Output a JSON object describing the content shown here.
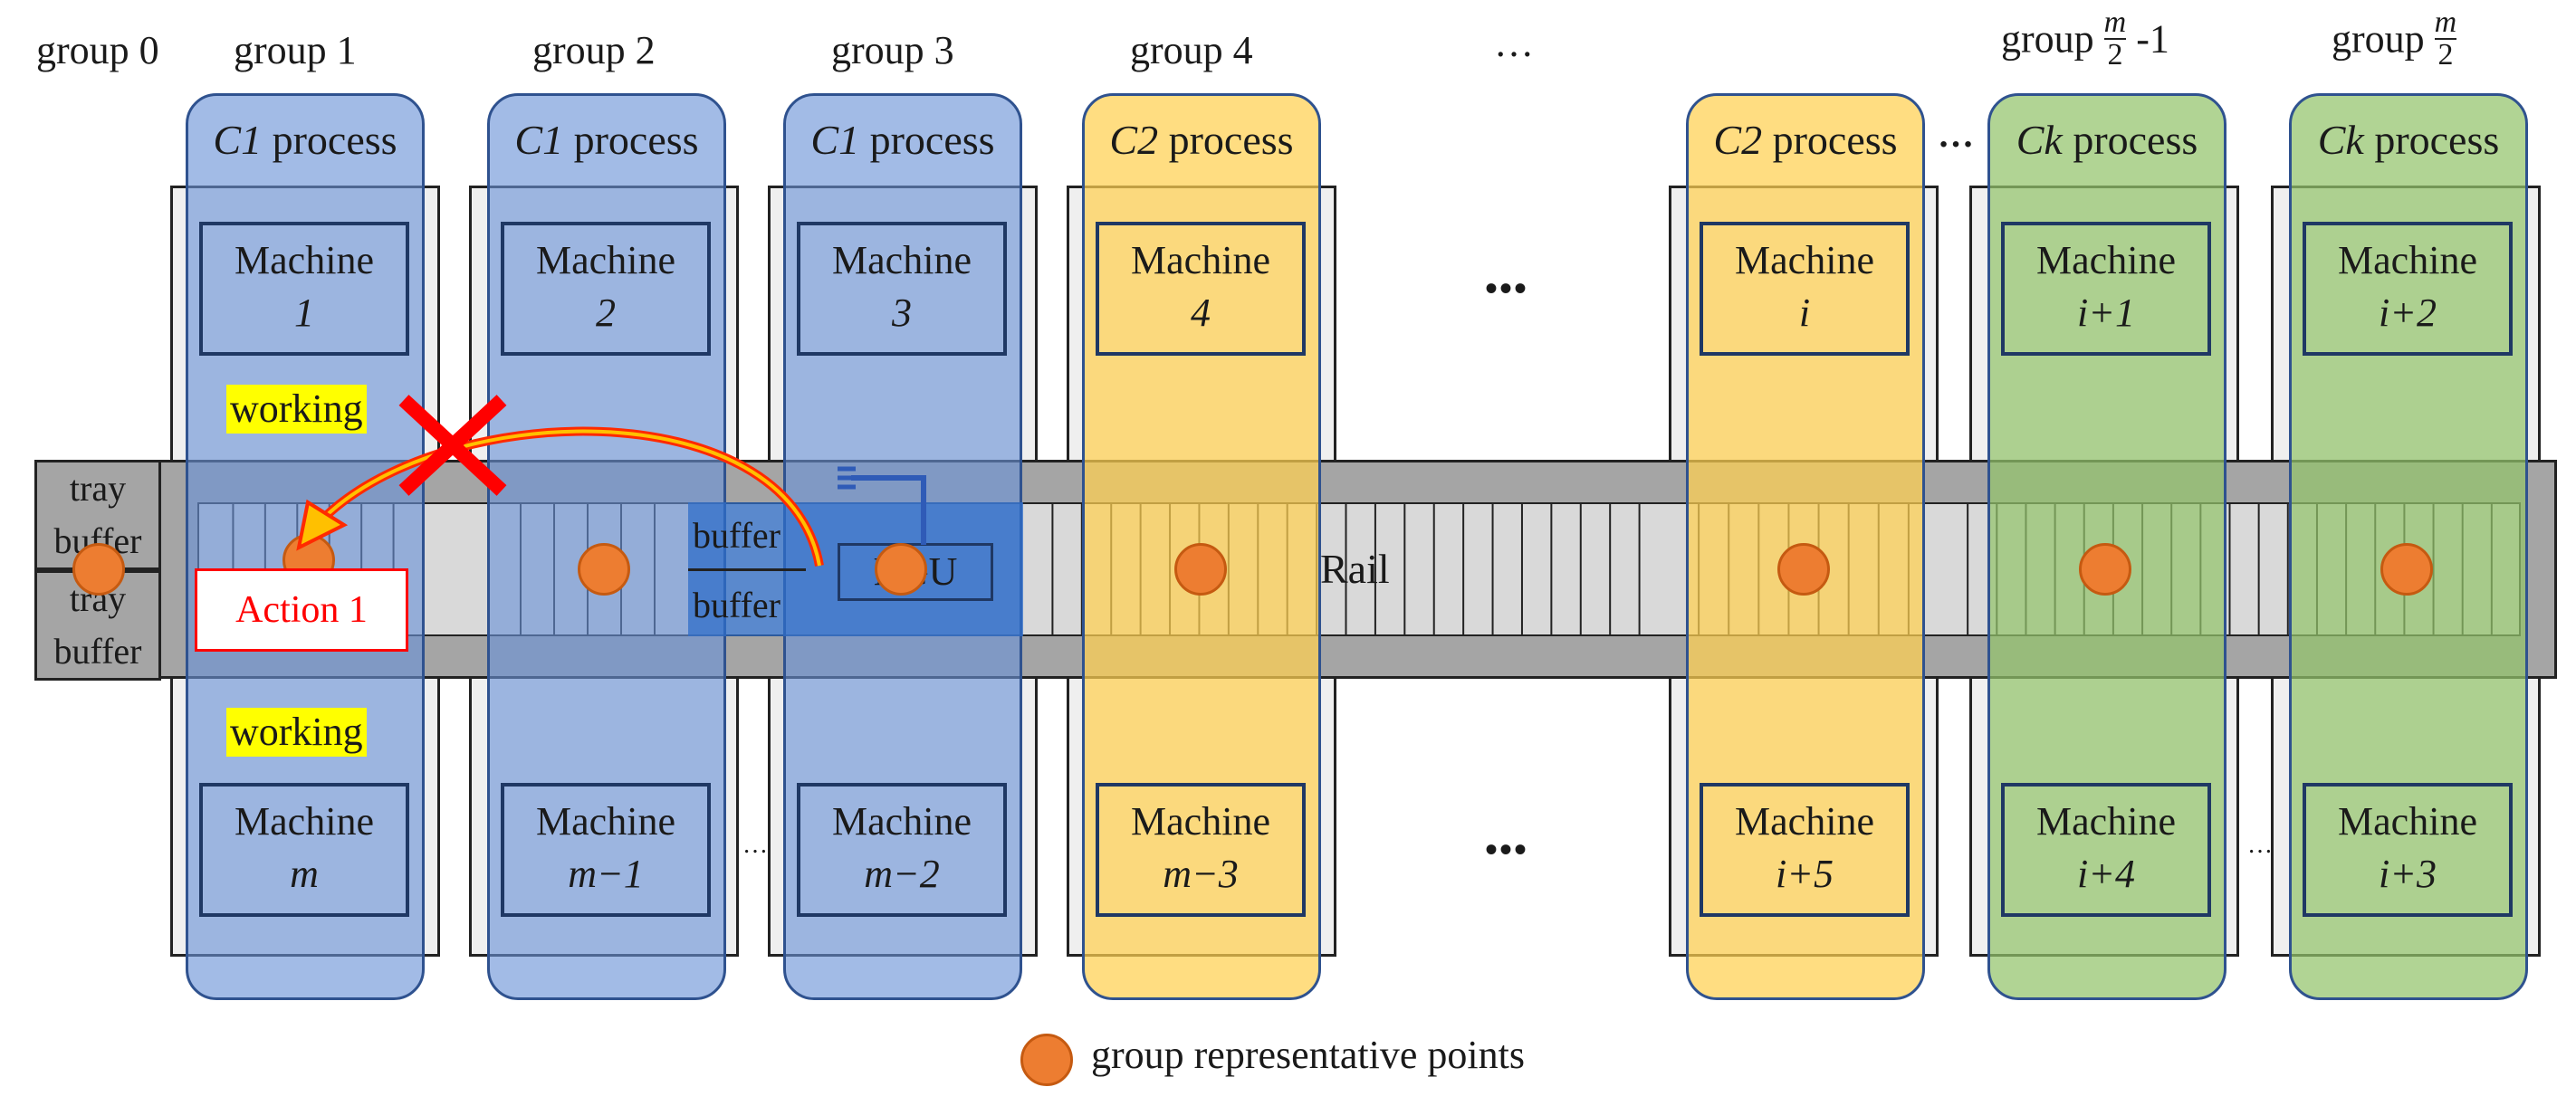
{
  "groups": {
    "g0": "group 0",
    "g1": "group 1",
    "g2": "group 2",
    "g3": "group 3",
    "g4": "group 4",
    "gdots": "…",
    "gm1_prefix": "group",
    "gm1_frac_num": "m",
    "gm1_frac_den": "2",
    "gm1_suffix": "-1",
    "gm_prefix": "group",
    "gm_frac_num": "m",
    "gm_frac_den": "2"
  },
  "processes": {
    "p1": {
      "cls": "C1",
      "word": "process"
    },
    "p2": {
      "cls": "C1",
      "word": "process"
    },
    "p3": {
      "cls": "C1",
      "word": "process"
    },
    "p4": {
      "cls": "C2",
      "word": "process"
    },
    "p5": {
      "cls": "C2",
      "word": "process"
    },
    "p6": {
      "cls": "Ck",
      "word": "process"
    },
    "p7": {
      "cls": "Ck",
      "word": "process"
    }
  },
  "between_dots": "…",
  "top_machines": {
    "label": "Machine",
    "m1": "1",
    "m2": "2",
    "m3": "3",
    "m4": "4",
    "m5": "i",
    "m6": "i+1",
    "m7": "i+2"
  },
  "bottom_machines": {
    "label": "Machine",
    "m1": "m",
    "m2": "m−1",
    "m3": "m−2",
    "m4": "m−3",
    "m5": "i+5",
    "m6": "i+4",
    "m7": "i+3"
  },
  "working_top": "working",
  "working_bottom": "working",
  "tray_top_1": "tray",
  "tray_top_2": "buffer",
  "tray_bot_1": "tray",
  "tray_bot_2": "buffer",
  "buffer_top": "buffer",
  "buffer_bottom": "buffer",
  "rgu": "RGU",
  "rail": "Rail",
  "action": "Action 1",
  "mid_dots": "•••",
  "small_dots": "…",
  "legend": "group representative points",
  "colors": {
    "c1": "#6992d6",
    "c2": "#ffd050",
    "ck": "#93c46b",
    "point": "#ed7d31",
    "action_border": "#ff0000",
    "working_bg": "#ffff00"
  }
}
